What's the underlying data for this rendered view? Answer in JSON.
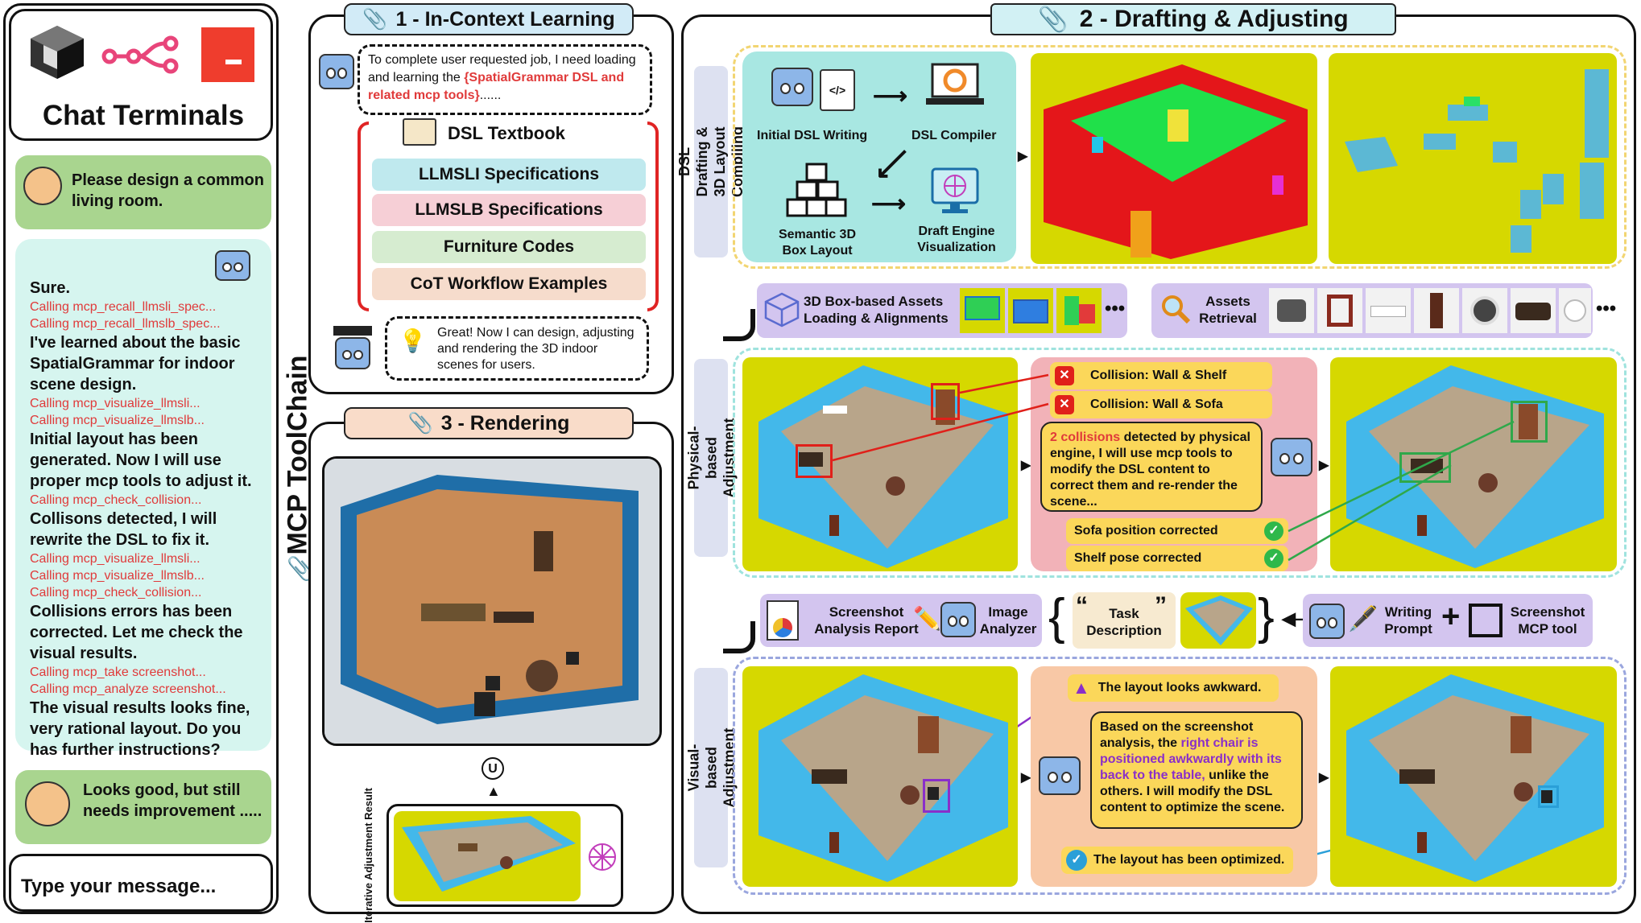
{
  "left": {
    "title": "Chat Terminals",
    "user_msg_1": "Please design a common living room.",
    "bot_lines": [
      {
        "text": "Sure.",
        "type": "msg"
      },
      {
        "text": "Calling mcp_recall_llmsli_spec...",
        "type": "call"
      },
      {
        "text": "Calling mcp_recall_llmslb_spec...",
        "type": "call"
      },
      {
        "text": "I've learned about the basic SpatialGrammar for indoor scene design.",
        "type": "msg"
      },
      {
        "text": "Calling mcp_visualize_llmsli...",
        "type": "call"
      },
      {
        "text": "Calling mcp_visualize_llmslb...",
        "type": "call"
      },
      {
        "text": "Initial layout has been generated. Now I will use proper mcp tools to adjust it.",
        "type": "msg"
      },
      {
        "text": "Calling mcp_check_collision...",
        "type": "call"
      },
      {
        "text": "Collisons detected, I will rewrite the DSL to fix it.",
        "type": "msg"
      },
      {
        "text": "Calling mcp_visualize_llmsli...",
        "type": "call"
      },
      {
        "text": "Calling mcp_visualize_llmslb...",
        "type": "call"
      },
      {
        "text": "Calling mcp_check_collision...",
        "type": "call"
      },
      {
        "text": "Collisions errors has been corrected. Let me check the visual results.",
        "type": "msg"
      },
      {
        "text": "Calling mcp_take screenshot...",
        "type": "call"
      },
      {
        "text": "Calling mcp_analyze screenshot...",
        "type": "call"
      },
      {
        "text": "The visual results looks fine, very rational layout. Do you has further instructions?",
        "type": "msg"
      }
    ],
    "user_msg_2": "Looks good, but still needs improvement .....",
    "input_placeholder": "Type your message..."
  },
  "toolchain_label": "MCP ToolChain",
  "icl": {
    "title": "1 - In-Context Learning",
    "bubble_pre": "To complete user requested job, I need loading and learning the ",
    "bubble_mid": "{SpatialGrammar DSL and related mcp tools}",
    "bubble_post": "......",
    "textbook": "DSL Textbook",
    "items": [
      {
        "label": "LLMSLI Specifications",
        "color": "#bfe9ee"
      },
      {
        "label": "LLMSLB Specifications",
        "color": "#f6cfd6"
      },
      {
        "label": "Furniture Codes",
        "color": "#d6ecd0"
      },
      {
        "label": "CoT Workflow Examples",
        "color": "#f6dccc"
      }
    ],
    "reply": "Great!  Now I can design, adjusting and rendering the 3D indoor scenes for users."
  },
  "rendering": {
    "title": "3 - Rendering",
    "iter_label": "Iterative Adjustment Result"
  },
  "drafting": {
    "title": "2 - Drafting & Adjusting",
    "section1_label": "DSL Drafting & 3D Layout Compiling",
    "initial_dsl": "Initial DSL Writing",
    "compiler": "DSL Compiler",
    "semantic": "Semantic 3D Box Layout",
    "draft_engine": "Draft Engine Visualization",
    "assets_loading": "3D Box-based Assets Loading & Alignments",
    "assets_retrieval": "Assets Retrieval",
    "section2_label": "Physical-based Adjustment",
    "collision_1": "Collision: Wall & Shelf",
    "collision_2": "Collision: Wall & Sofa",
    "collision_note_red": "2 collisions",
    "collision_note": " detected by physical engine, I will use mcp tools to modify the DSL content to correct them and re-render the scene...",
    "fix_1": "Sofa position corrected",
    "fix_2": "Shelf pose corrected",
    "screenshot_report": "Screenshot Analysis Report",
    "image_analyzer": "Image Analyzer",
    "task_description": "Task Description",
    "writing_prompt": "Writing Prompt",
    "screenshot_tool": "Screenshot MCP tool",
    "section3_label": "Visual-based Adjustment",
    "awkward": "The layout looks awkward.",
    "visual_note_1": "Based on the screenshot analysis, the ",
    "visual_note_purple": "right chair is positioned awkwardly with its back to the table,",
    "visual_note_2": " unlike the others. I will modify the DSL content to optimize the scene.",
    "optimized": "The layout has been optimized."
  },
  "colors": {
    "chat_green": "#a9d58f",
    "chat_cyan": "#d6f5ef",
    "accent_red": "#e03a3a",
    "accent_purple": "#8a2fc9",
    "scene_yellow": "#d6d800",
    "wall_blue": "#43b8ea"
  }
}
